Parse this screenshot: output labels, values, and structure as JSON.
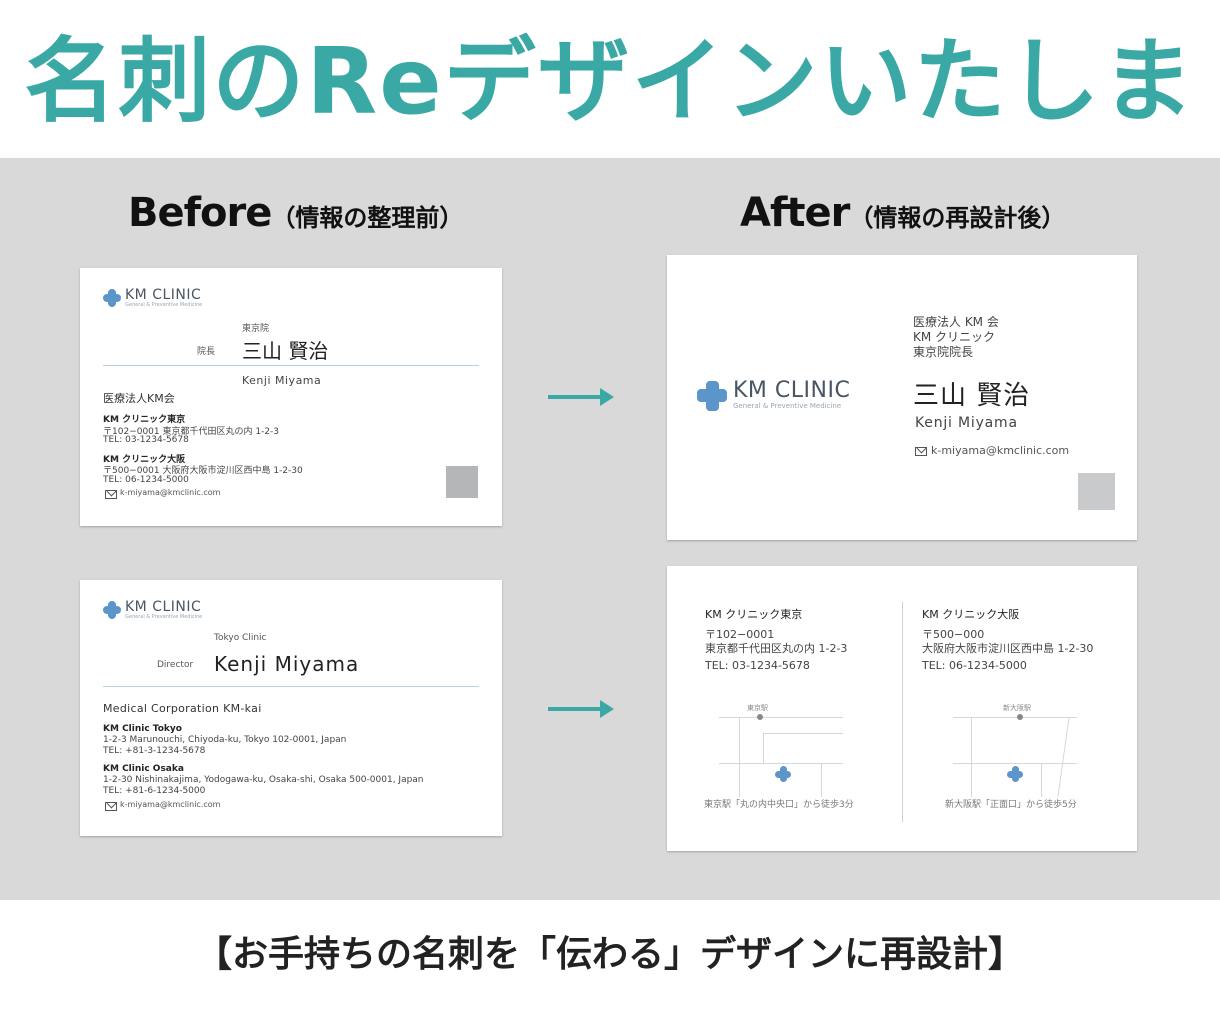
{
  "hero": {
    "title": "名刺のReデザインいたします"
  },
  "before_heading": {
    "main": "Before",
    "sub": "（情報の整理前）"
  },
  "after_heading": {
    "main": "After",
    "sub": "（情報の再設計後）"
  },
  "logo": {
    "name": "KM CLINIC",
    "tagline": "General & Preventive Medicine"
  },
  "before_front": {
    "branch": "東京院",
    "title": "院長",
    "name": "三山 賢治",
    "romaji": "Kenji Miyama",
    "corp": "医療法人KM会",
    "clinic1_name": "KM クリニック東京",
    "clinic1_addr": "〒102−0001 東京都千代田区丸の内 1-2-3",
    "clinic1_tel": "TEL: 03-1234-5678",
    "clinic2_name": "KM クリニック大阪",
    "clinic2_addr": "〒500−0001 大阪府大阪市淀川区西中島 1-2-30",
    "clinic2_tel": "TEL: 06-1234-5000",
    "email": "k-miyama@kmclinic.com"
  },
  "before_back": {
    "branch": "Tokyo Clinic",
    "title": "Director",
    "name": "Kenji Miyama",
    "corp": "Medical Corporation KM-kai",
    "clinic1_name": "KM Clinic Tokyo",
    "clinic1_addr": "1-2-3 Marunouchi, Chiyoda-ku, Tokyo 102-0001, Japan",
    "clinic1_tel": "TEL: +81-3-1234-5678",
    "clinic2_name": "KM Clinic Osaka",
    "clinic2_addr": "1-2-30 Nishinakajima, Yodogawa-ku, Osaka-shi, Osaka 500-0001, Japan",
    "clinic2_tel": "TEL: +81-6-1234-5000",
    "email": "k-miyama@kmclinic.com"
  },
  "after_front": {
    "corp_line1": "医療法人 KM 会",
    "corp_line2": "KM クリニック",
    "corp_line3": "東京院院長",
    "name": "三山 賢治",
    "romaji": "Kenji Miyama",
    "email": "k-miyama@kmclinic.com"
  },
  "after_back": {
    "tokyo": {
      "name": "KM クリニック東京",
      "zip": "〒102−0001",
      "addr": "東京都千代田区丸の内 1-2-3",
      "tel": "TEL: 03-1234-5678",
      "map_station": "東京駅",
      "access": "東京駅「丸の内中央口」から徒歩3分"
    },
    "osaka": {
      "name": "KM クリニック大阪",
      "zip": "〒500−000",
      "addr": "大阪府大阪市淀川区西中島 1-2-30",
      "tel": "TEL: 06-1234-5000",
      "map_station": "新大阪駅",
      "access": "新大阪駅「正面口」から徒歩5分"
    }
  },
  "footer": {
    "title": "【お手持ちの名刺を「伝わる」デザインに再設計】"
  },
  "colors": {
    "accent": "#3aa9a6",
    "logo_blue": "#5b95c9",
    "panel_gray": "#d9d9d9"
  }
}
